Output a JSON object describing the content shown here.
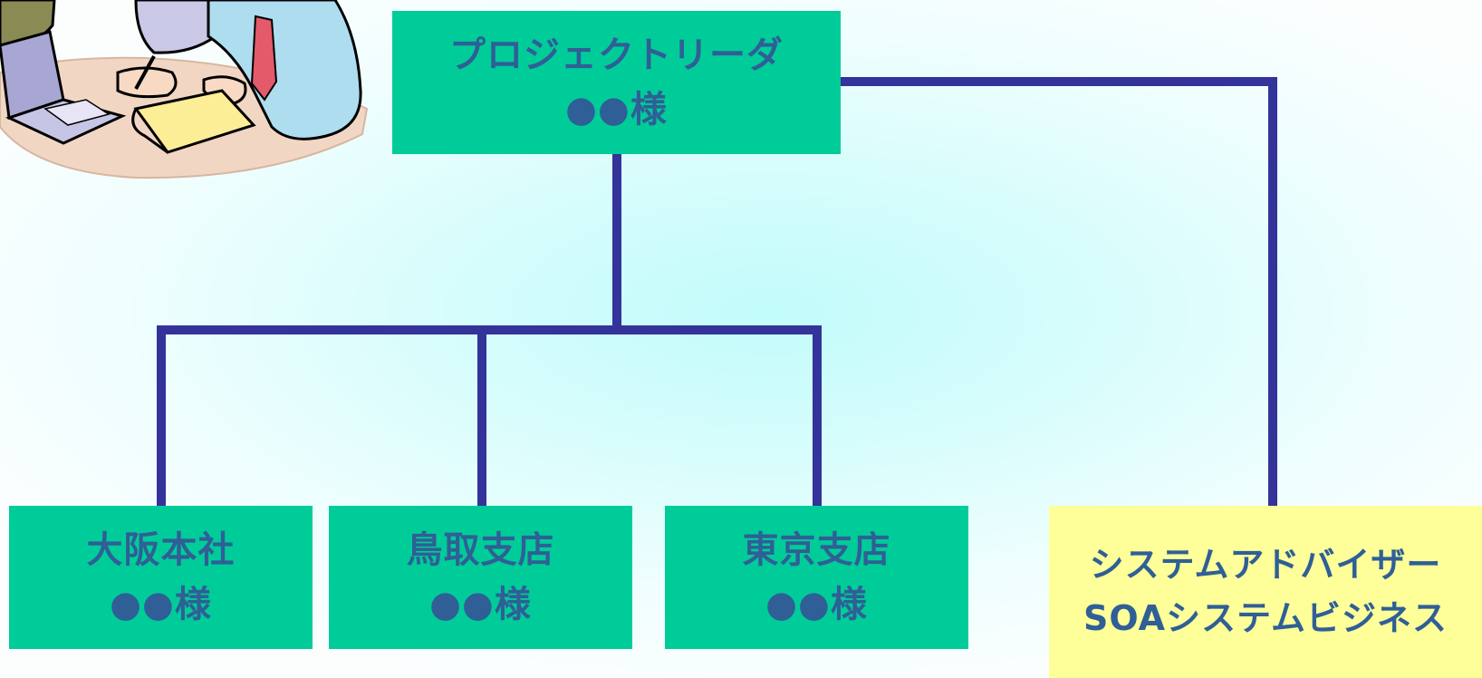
{
  "diagram": {
    "leader": {
      "title": "プロジェクトリーダ",
      "name": "●●様"
    },
    "branches": [
      {
        "title": "大阪本社",
        "name": "●●様"
      },
      {
        "title": "鳥取支店",
        "name": "●●様"
      },
      {
        "title": "東京支店",
        "name": "●●様"
      }
    ],
    "advisor": {
      "title": "システムアドバイザー",
      "org": "SOAシステムビジネス"
    }
  },
  "colors": {
    "box_green": "#00cc99",
    "box_yellow": "#ffff99",
    "text": "#2f5f96",
    "connector": "#33339a"
  },
  "clipart": {
    "icon": "business-meeting-clipart-icon"
  }
}
